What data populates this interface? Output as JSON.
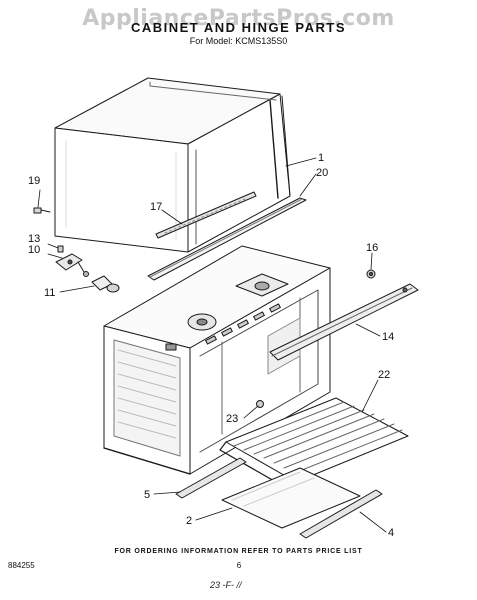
{
  "watermark": "AppliancePartsPros.com",
  "title": "CABINET AND HINGE PARTS",
  "subtitle": "For Model: KCMS135S0",
  "callouts": {
    "c1": "1",
    "c20": "20",
    "c19": "19",
    "c17": "17",
    "c13": "13",
    "c10": "10",
    "c11": "11",
    "c16": "16",
    "c14": "14",
    "c22": "22",
    "c23": "23",
    "c5": "5",
    "c2": "2",
    "c4": "4"
  },
  "footer_note": "FOR ORDERING INFORMATION REFER TO PARTS PRICE LIST",
  "doc_number": "884255",
  "page_number": "6",
  "handwritten_note": "23 -F- //"
}
